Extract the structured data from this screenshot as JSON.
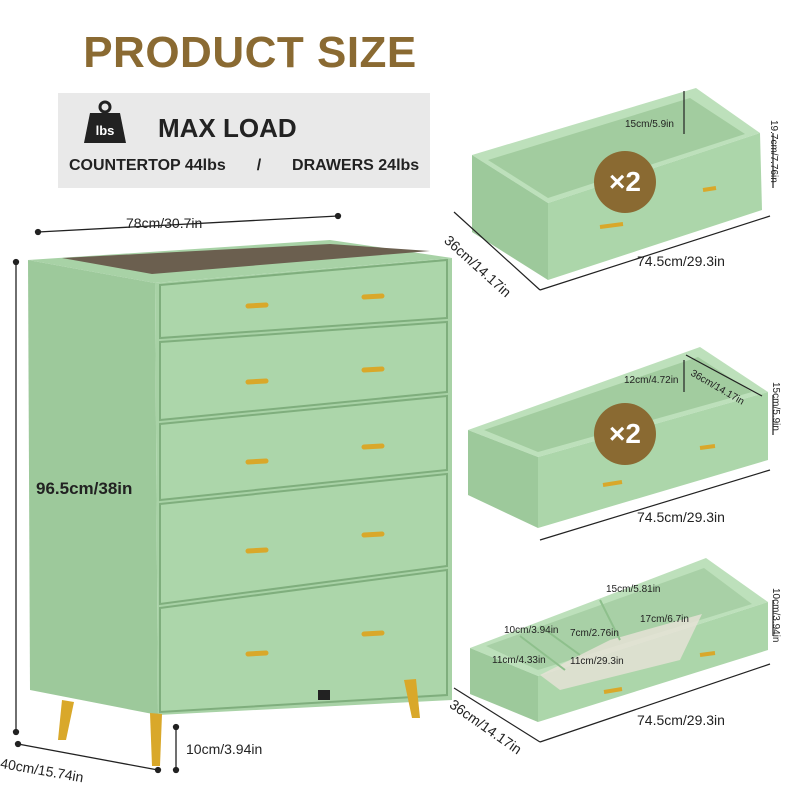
{
  "header": {
    "title": "PRODUCT SIZE"
  },
  "load": {
    "icon_label": "lbs",
    "title": "MAX LOAD",
    "countertop": "COUNTERTOP 44lbs",
    "separator": "/",
    "drawers": "DRAWERS 24lbs"
  },
  "dresser": {
    "width": "78cm/30.7in",
    "height": "96.5cm/38in",
    "depth": "40cm/15.74in",
    "leg_height": "10cm/3.94in"
  },
  "drawer_top": {
    "quantity": "×2",
    "inner_height": "15cm/5.9in",
    "outer_height": "19.7cm/7.76in",
    "depth": "36cm/14.17in",
    "width": "74.5cm/29.3in"
  },
  "drawer_middle": {
    "quantity": "×2",
    "inner_height": "12cm/4.72in",
    "depth": "36cm/14.17in",
    "outer_height": "15cm/5.9in",
    "width": "74.5cm/29.3in"
  },
  "drawer_bottom": {
    "outer_height": "10cm/3.94in",
    "depth": "36cm/14.17in",
    "width": "74.5cm/29.3in",
    "compartments": {
      "c1": "15cm/5.81in",
      "c2": "10cm/3.94in",
      "c3": "7cm/2.76in",
      "c4": "17cm/6.7in",
      "c5": "11cm/4.33in",
      "c6": "11cm/29.3in"
    }
  },
  "colors": {
    "body": "#a8d2a6",
    "body_dark": "#8fbf8d",
    "accent": "#8a6a32",
    "gold": "#d9a82a"
  }
}
